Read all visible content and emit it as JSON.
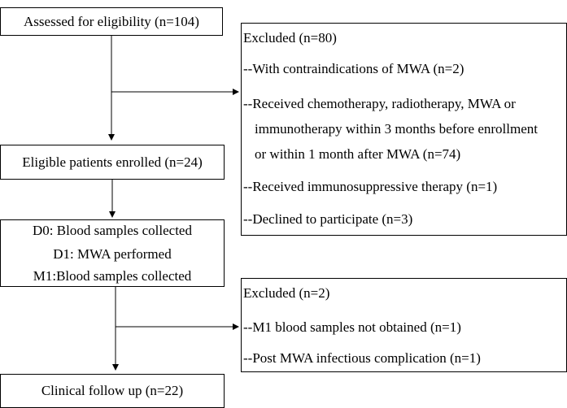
{
  "boxes": {
    "assessed": "Assessed for eligibility (n=104)",
    "enrolled": "Eligible patients enrolled (n=24)",
    "procedure": [
      "D0: Blood samples collected",
      "D1: MWA performed",
      "M1:Blood samples collected"
    ],
    "followup": "Clinical follow up (n=22)"
  },
  "excluded_1": {
    "title": "Excluded (n=80)",
    "items": [
      "--With contraindications of MWA (n=2)",
      "--Received chemotherapy, radiotherapy, MWA or",
      "immunotherapy within 3 months before enrollment",
      "or within 1 month after MWA (n=74)",
      "--Received immunosuppressive therapy (n=1)",
      "--Declined to participate (n=3)"
    ]
  },
  "excluded_2": {
    "title": "Excluded (n=2)",
    "items": [
      "--M1 blood samples not obtained (n=1)",
      "--Post MWA infectious complication (n=1)"
    ]
  },
  "colors": {
    "line": "#000000",
    "background": "#ffffff"
  }
}
